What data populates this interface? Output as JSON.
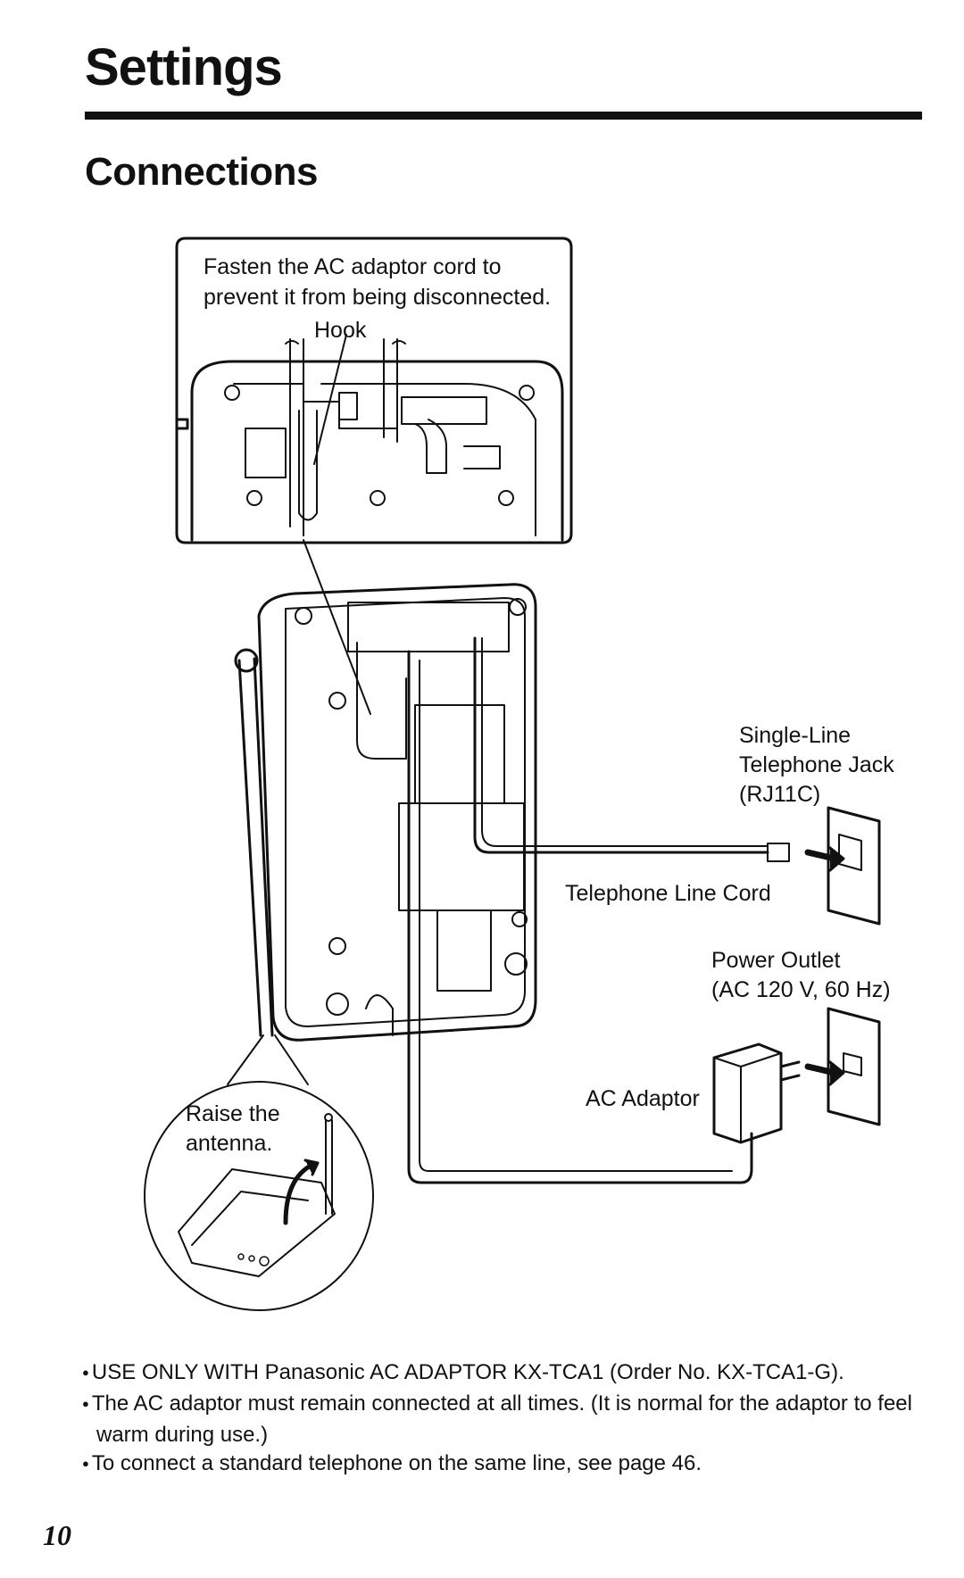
{
  "header": {
    "section_title": "Settings",
    "subsection_title": "Connections"
  },
  "diagram": {
    "callout_text": "Fasten the AC adaptor cord to prevent it from being disconnected.",
    "hook_label": "Hook",
    "jack_label": "Single-Line\nTelephone Jack\n(RJ11C)",
    "line_cord_label": "Telephone Line Cord",
    "outlet_label": "Power Outlet\n(AC 120 V, 60 Hz)",
    "adaptor_label": "AC Adaptor",
    "antenna_label": "Raise the\nantenna."
  },
  "notes": [
    "USE ONLY WITH Panasonic AC ADAPTOR KX-TCA1 (Order No. KX-TCA1-G).",
    "The AC adaptor must remain connected at all times. (It is normal for the adaptor to feel warm during use.)",
    "To connect a standard telephone on the same line, see page 46."
  ],
  "footer": {
    "page_number": "10"
  }
}
